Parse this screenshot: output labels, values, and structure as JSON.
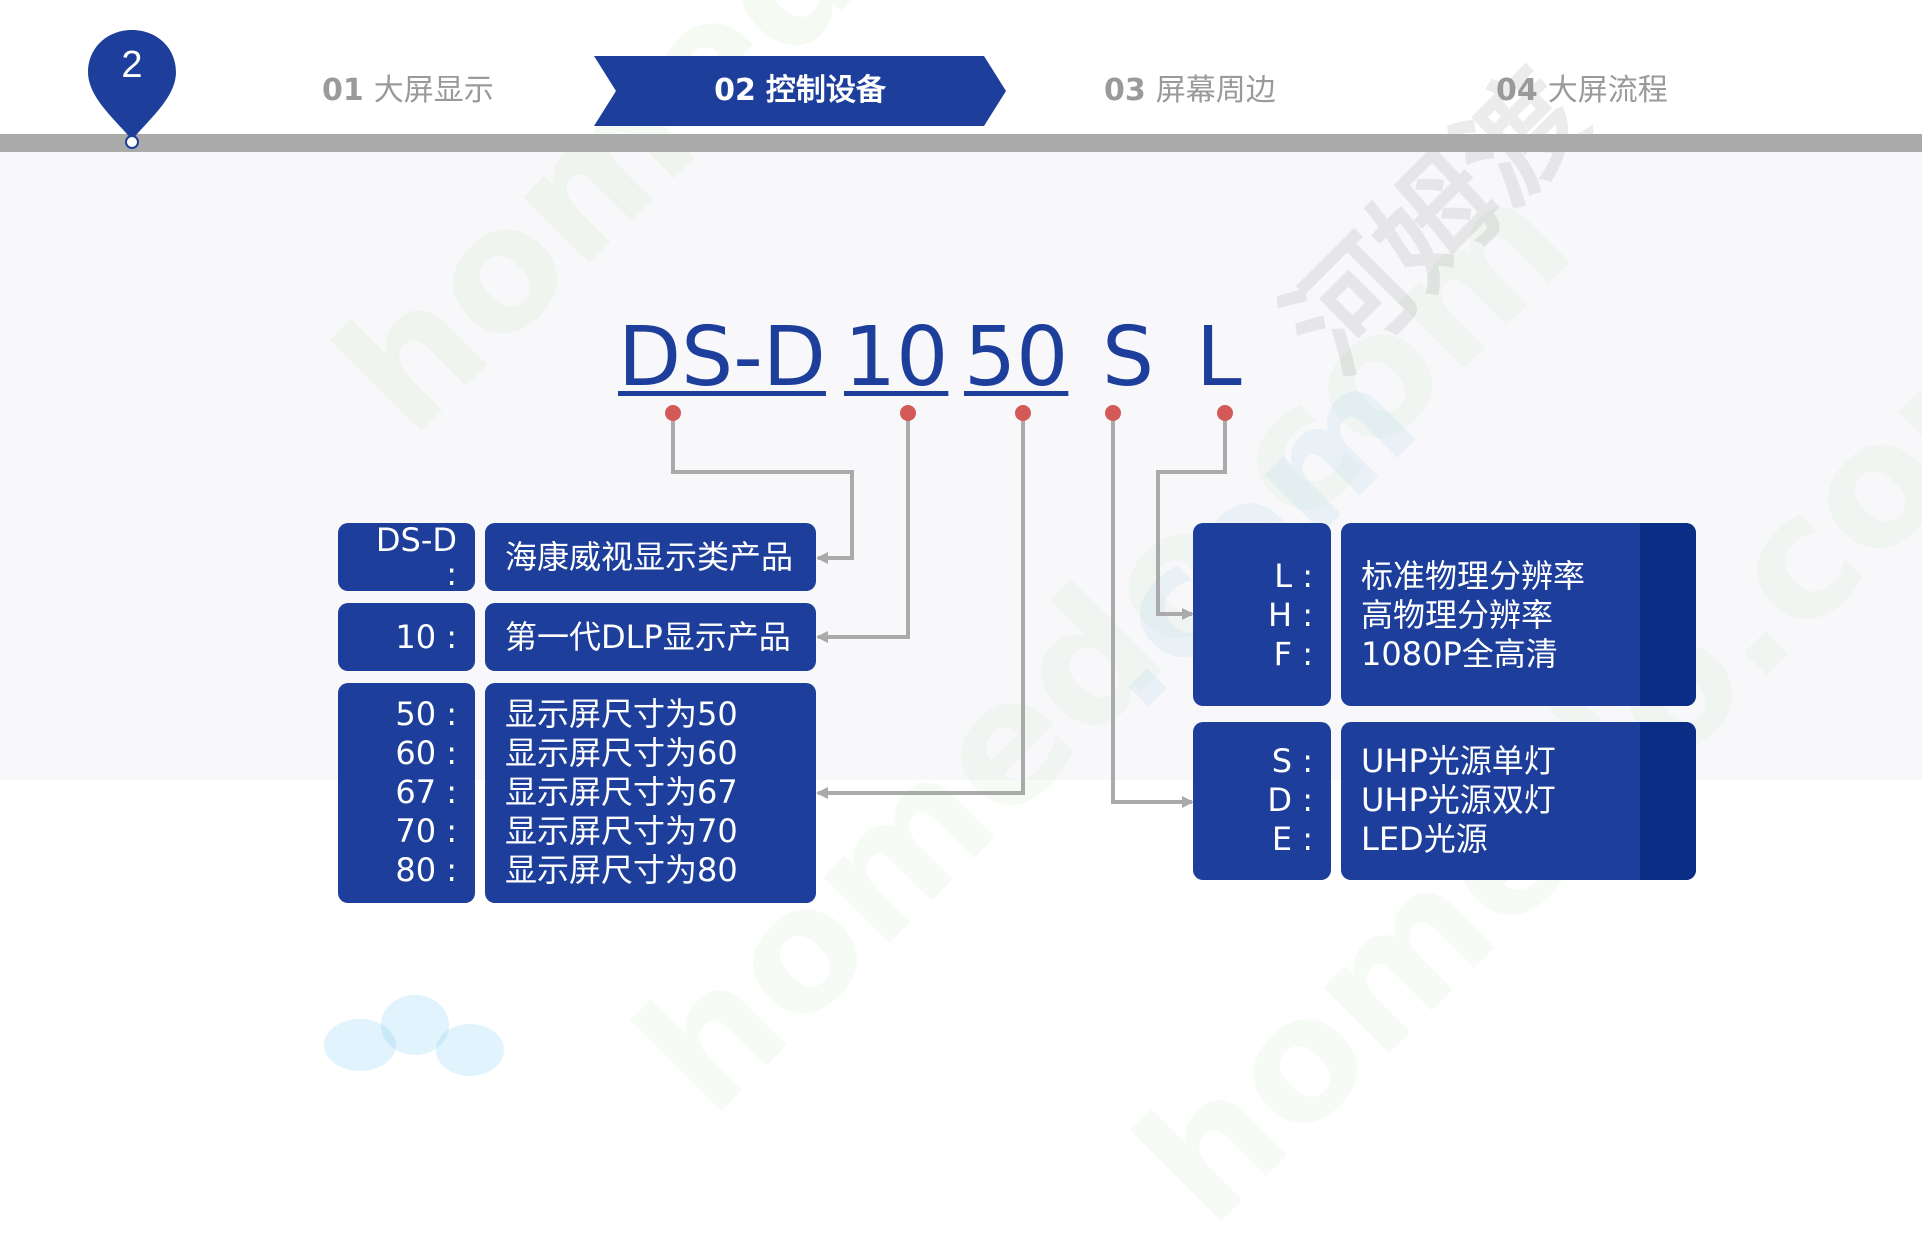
{
  "header": {
    "section_number": "2",
    "nav": [
      {
        "num": "01",
        "label": "大屏显示",
        "active": false
      },
      {
        "num": "02",
        "label": "控制设备",
        "active": true
      },
      {
        "num": "03",
        "label": "屏幕周边",
        "active": false
      },
      {
        "num": "04",
        "label": "大屏流程",
        "active": false
      }
    ]
  },
  "model_code": {
    "parts": [
      "DS-D",
      "10",
      "50",
      "S",
      "L"
    ]
  },
  "left_boxes": [
    {
      "keys": [
        "DS-D",
        ":"
      ],
      "descs": [
        "海康威视显示类产品"
      ]
    },
    {
      "keys": [
        "10 :"
      ],
      "descs": [
        "第一代DLP显示产品"
      ]
    },
    {
      "keys": [
        "50 :",
        "60 :",
        "67 :",
        "70 :",
        "80 :"
      ],
      "descs": [
        "显示屏尺寸为50",
        "显示屏尺寸为60",
        "显示屏尺寸为67",
        "显示屏尺寸为70",
        "显示屏尺寸为80"
      ]
    }
  ],
  "right_boxes": [
    {
      "keys": [
        "L :",
        "H :",
        "F :"
      ],
      "descs": [
        "标准物理分辨率",
        "高物理分辨率",
        "1080P全高清"
      ]
    },
    {
      "keys": [
        "S :",
        "D :",
        "E :"
      ],
      "descs": [
        "UHP光源单灯",
        "UHP光源双灯",
        "LED光源"
      ]
    }
  ],
  "watermark": {
    "text_latin": "homedo.com",
    "text_cn": "河姆渡"
  },
  "colors": {
    "primary": "#1d3f9b",
    "stripe": "#0b2d86",
    "dot": "#d45a5a",
    "connector": "#aaaaaa",
    "nav_inactive": "#9a9a9a"
  }
}
